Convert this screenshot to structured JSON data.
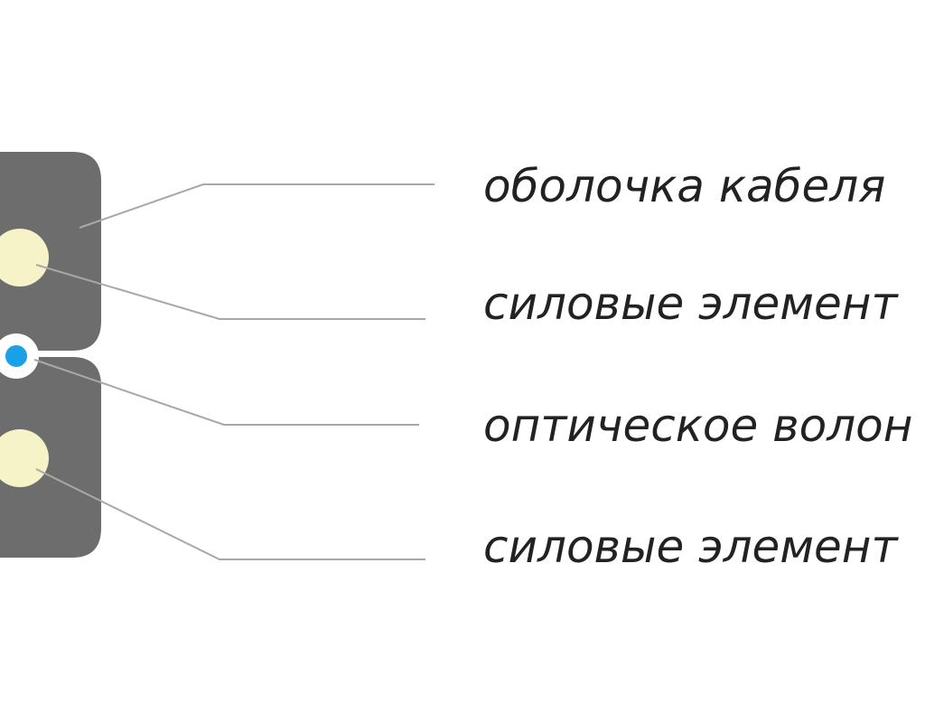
{
  "labels": {
    "sheath": "оболочка кабеля",
    "strength_top": "силовые элемент",
    "fiber": "оптическое волон",
    "strength_bottom": "силовые элемент"
  },
  "colors": {
    "background": "#ffffff",
    "sheath": "#6d6d6d",
    "strength_member": "#f6f3c8",
    "fiber_core": "#1aa0e6",
    "fiber_coating": "#ffffff",
    "leader_line": "#a8a8a8",
    "text": "#222222"
  }
}
